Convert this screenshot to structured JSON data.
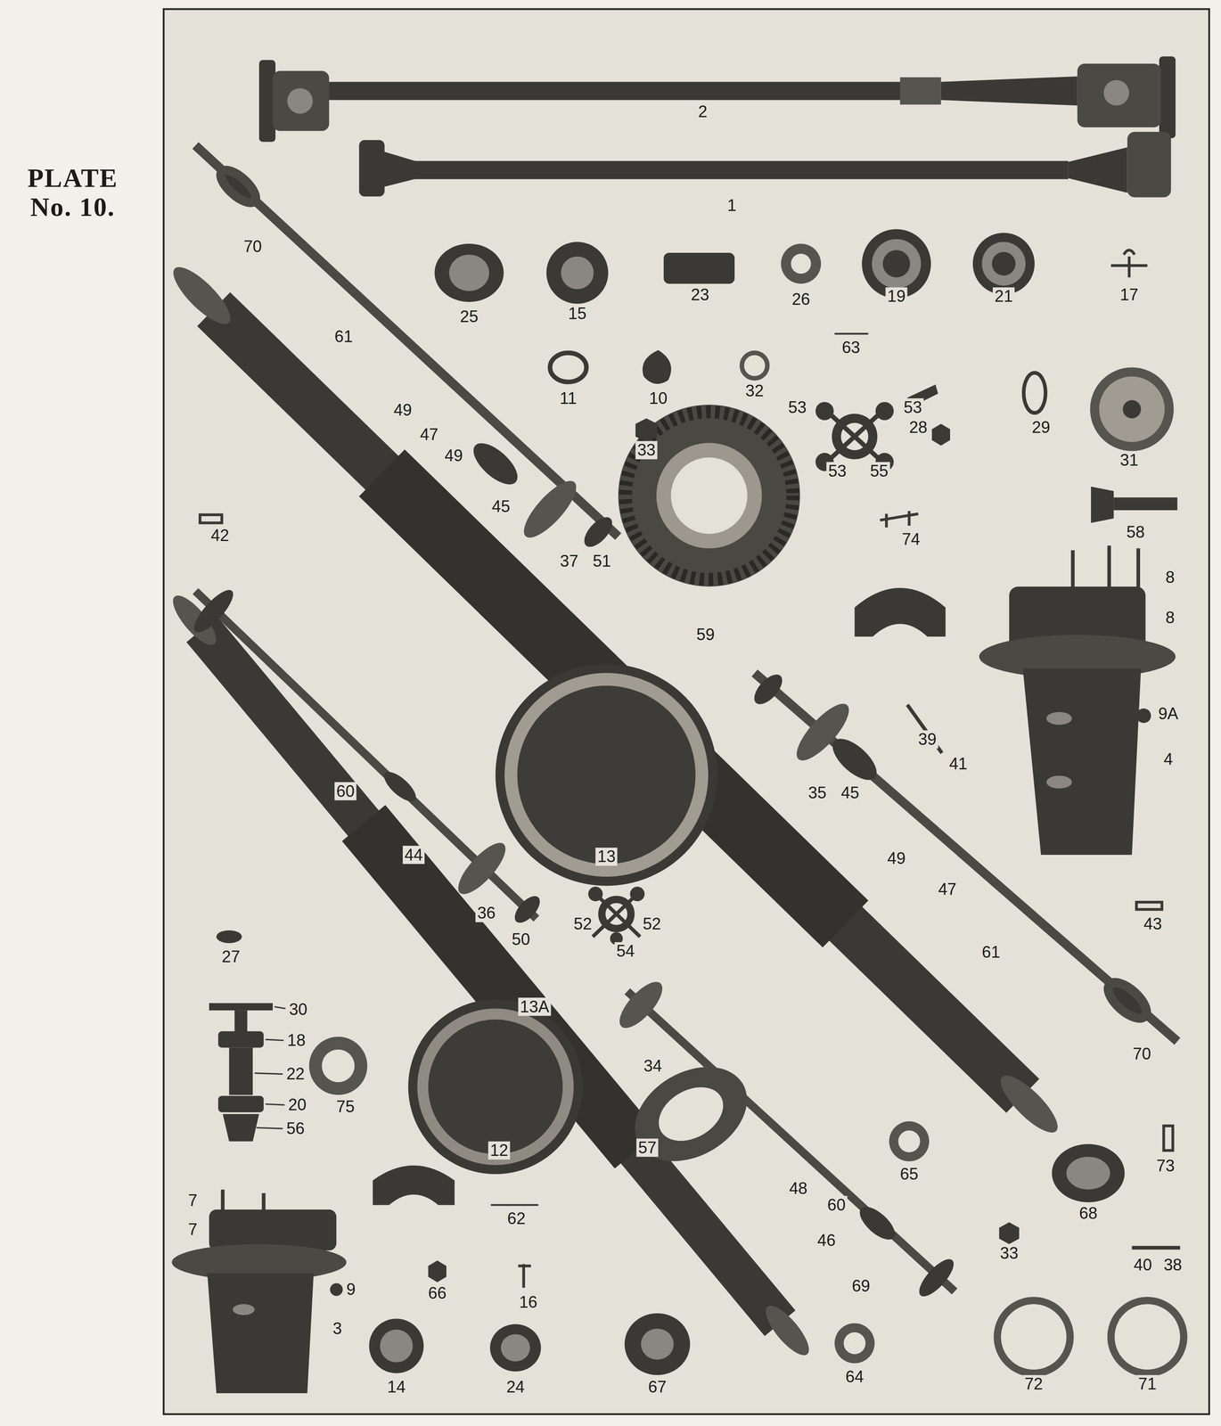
{
  "diagram": {
    "title": "PLATE No. 10.",
    "labels": [
      "2",
      "1",
      "70",
      "25",
      "15",
      "23",
      "26",
      "19",
      "21",
      "17",
      "61",
      "63",
      "11",
      "10",
      "32",
      "49",
      "53",
      "53",
      "28",
      "29",
      "47",
      "33",
      "49",
      "31",
      "53",
      "55",
      "45",
      "58",
      "42",
      "74",
      "37",
      "51",
      "8",
      "8",
      "59",
      "9A",
      "39",
      "41",
      "4",
      "60",
      "35",
      "45",
      "44",
      "13",
      "49",
      "47",
      "36",
      "52",
      "52",
      "43",
      "50",
      "54",
      "61",
      "27",
      "13A",
      "30",
      "18",
      "70",
      "34",
      "22",
      "20",
      "75",
      "56",
      "57",
      "12",
      "73",
      "65",
      "48",
      "7",
      "60",
      "68",
      "62",
      "7",
      "46",
      "33",
      "40",
      "38",
      "69",
      "9",
      "66",
      "16",
      "3",
      "64",
      "72",
      "14",
      "24",
      "67",
      "71"
    ]
  }
}
